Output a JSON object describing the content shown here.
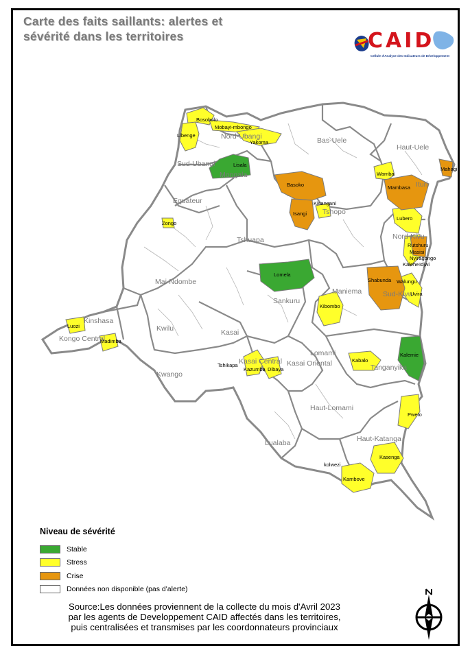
{
  "title_lines": [
    "Carte des faits saillants: alertes et",
    "sévérité dans les territoires"
  ],
  "logo": {
    "text": "CAID",
    "subtitle": "Cellule d'Analyse des Indicateurs de Développement"
  },
  "colors": {
    "stable": "#3aa832",
    "stress": "#ffff2a",
    "crise": "#e6960f",
    "none": "#ffffff",
    "border": "#8a8a8a",
    "title": "#7a7a7a",
    "logo_red": "#d4141c",
    "logo_blue": "#1a3c8c"
  },
  "legend": {
    "title": "Niveau de sévérité",
    "items": [
      {
        "label": "Stable",
        "color": "#3aa832"
      },
      {
        "label": "Stress",
        "color": "#ffff2a"
      },
      {
        "label": "Crise",
        "color": "#e6960f"
      },
      {
        "label": "Données non disponible (pas d'alerte)",
        "color": "#ffffff"
      }
    ]
  },
  "source_lines": [
    "Source:Les données proviennent de la collecte du mois d'Avril 2023",
    "par les agents de Developpement CAID affectés dans les territoires,",
    "puis centralisées et transmises par les coordonnateurs provinciaux"
  ],
  "provinces": [
    "Nord-Ubangi",
    "Sud-Ubangi",
    "Mongala",
    "Bas-Uele",
    "Haut-Uele",
    "Ituri",
    "Tshopo",
    "Equateur",
    "Tshuapa",
    "Mai-Ndombe",
    "Nord-Kivu",
    "Maniema",
    "Sankuru",
    "Sud-Kivu",
    "Kinshasa",
    "Kongo Central",
    "Kwilu",
    "Kasai",
    "Kwango",
    "Kasai Central",
    "Kasai Oriental",
    "Lomami",
    "Tanganyika",
    "Haut-Lomami",
    "Haut-Katanga",
    "Lualaba"
  ],
  "territories": {
    "Stable": [
      "Lisala",
      "Lomela",
      "Kalemie"
    ],
    "Stress": [
      "Bosobolo",
      "Mobayi-mbongo",
      "Libenge",
      "Yakoma",
      "Wamba",
      "Lubero",
      "Masisi",
      "Nyiragongo",
      "Kalehe",
      "Idjwi",
      "Walungu",
      "Uvira",
      "Kibombo",
      "Kisangani",
      "Zongo",
      "Luozi",
      "Madimba",
      "Tshikapa",
      "Kazumba",
      "Dibaya",
      "Kabalo",
      "Pweto",
      "Kasenga",
      "Kambove",
      "kolwezi"
    ],
    "Crise": [
      "Basoko",
      "Isangi",
      "Mambasa",
      "Mahagi",
      "Rutshuru",
      "Shabunda"
    ]
  }
}
